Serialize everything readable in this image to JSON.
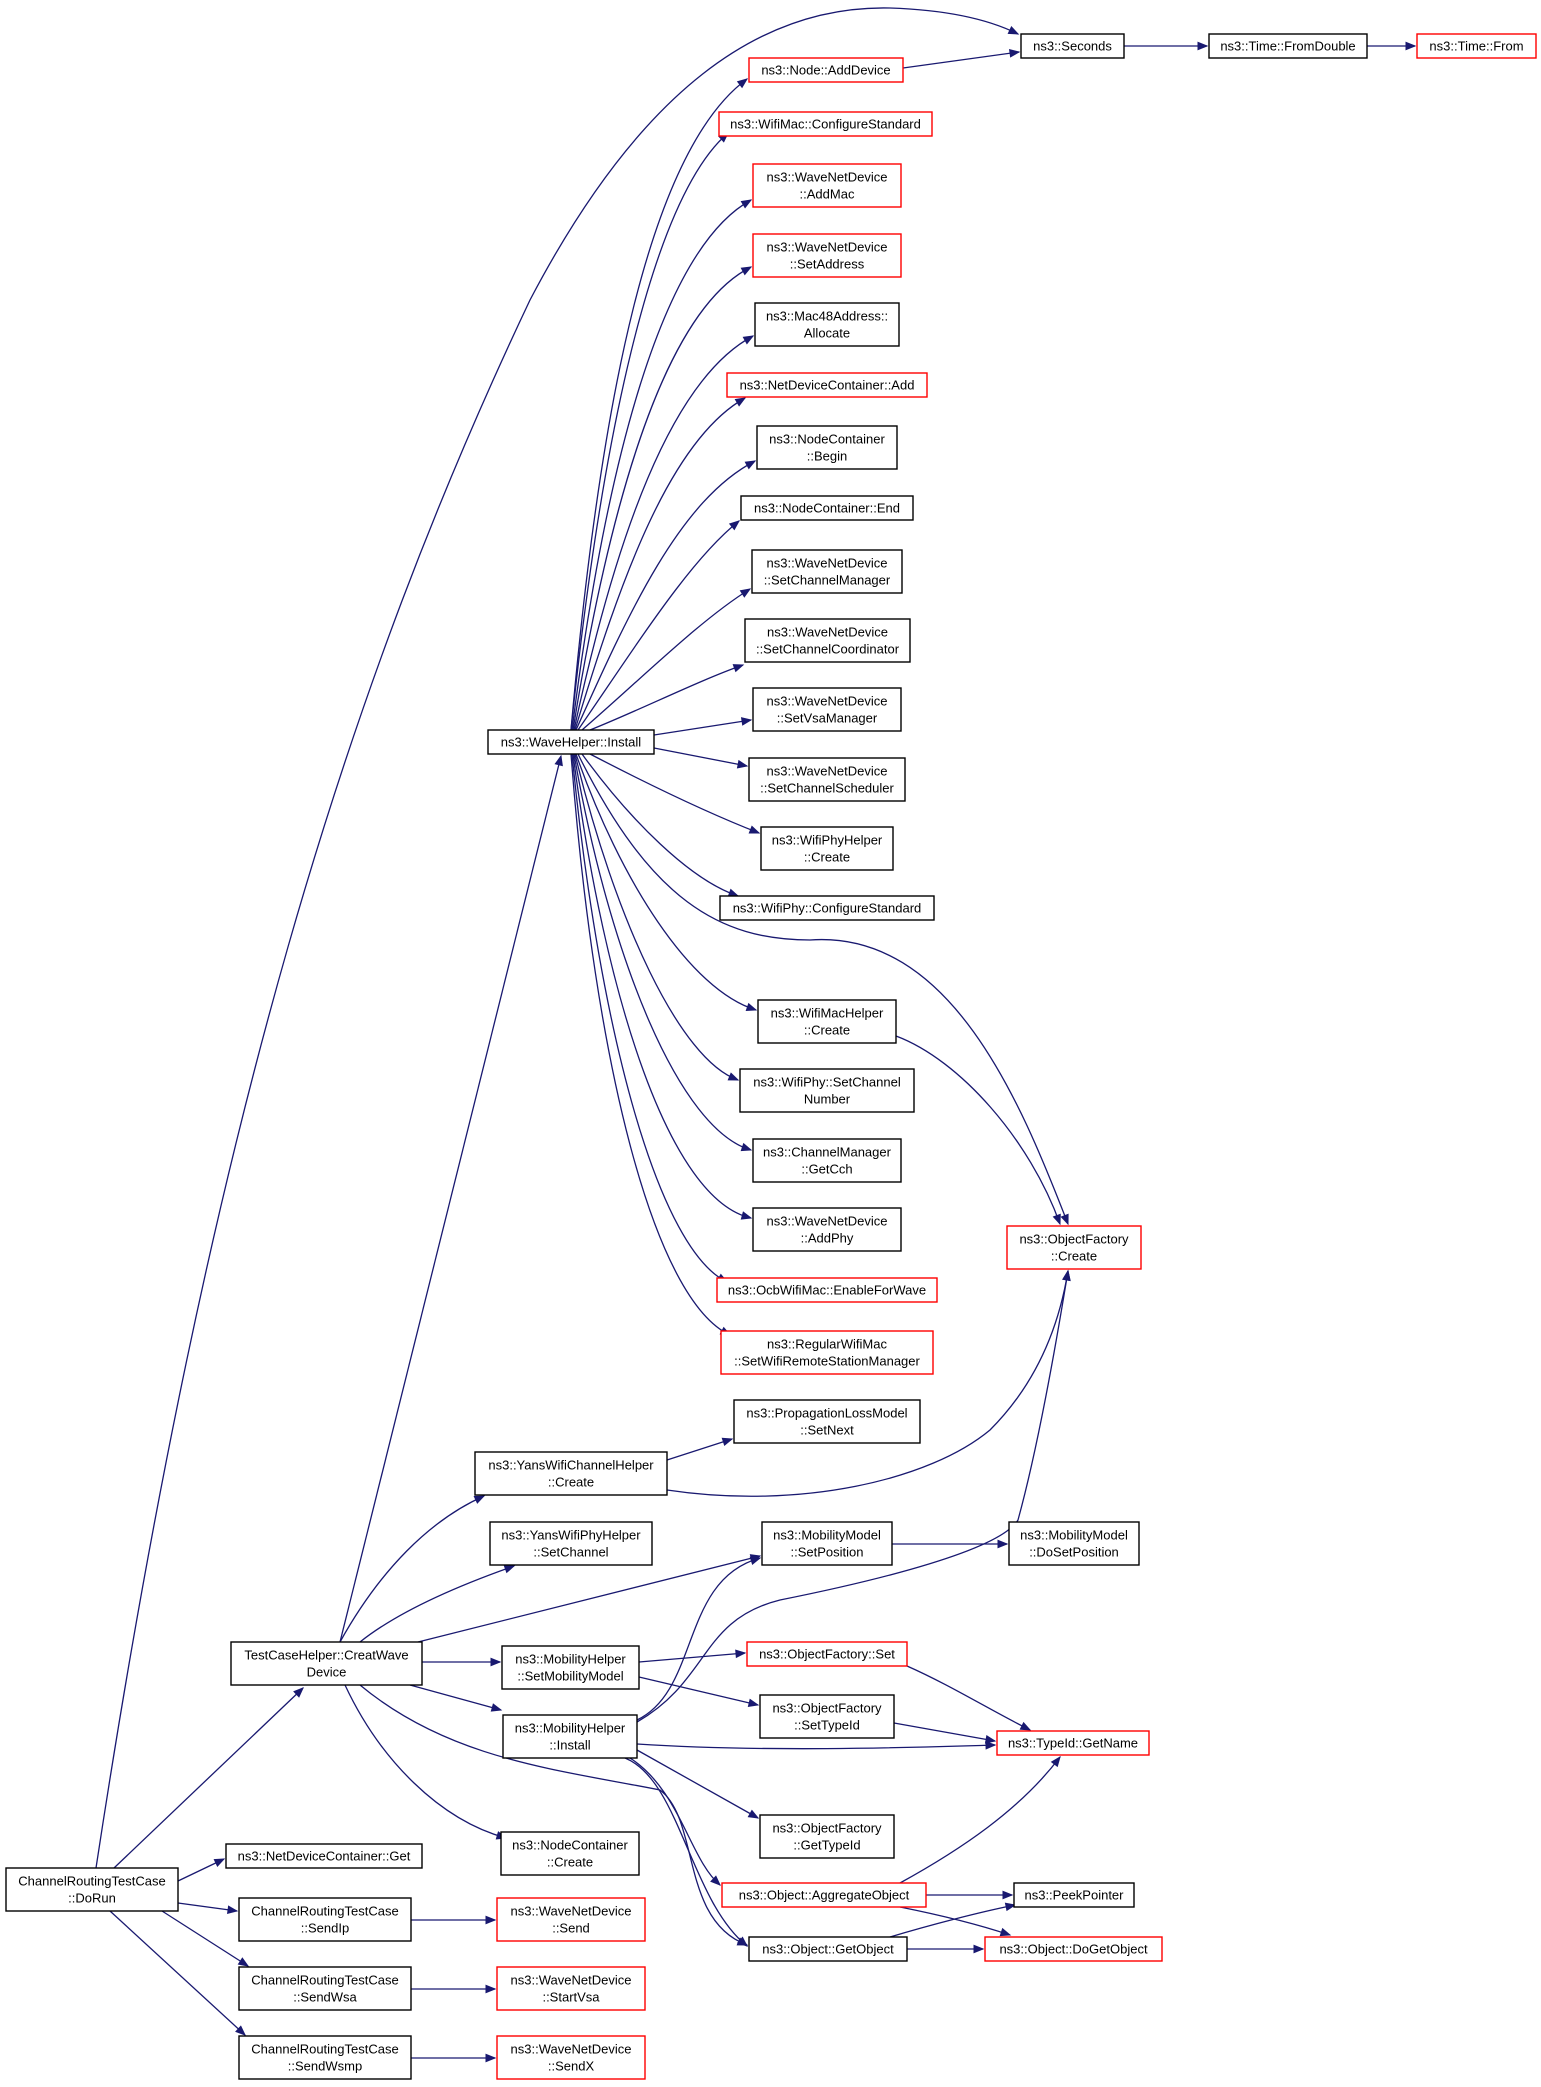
{
  "colors": {
    "edge": "#191970",
    "border_default": "#000000",
    "border_external": "#ff0000",
    "root_fill": "#bfbfbf",
    "fill": "#ffffff"
  },
  "nodes": {
    "doRun": {
      "lines": [
        "ChannelRoutingTestCase",
        "::DoRun"
      ],
      "kind": "root"
    },
    "creatWave": {
      "lines": [
        "TestCaseHelper::CreatWave",
        "Device"
      ],
      "kind": "default"
    },
    "ndcGet": {
      "lines": [
        "ns3::NetDeviceContainer::Get"
      ],
      "kind": "default"
    },
    "sendIp": {
      "lines": [
        "ChannelRoutingTestCase",
        "::SendIp"
      ],
      "kind": "default"
    },
    "sendWsa": {
      "lines": [
        "ChannelRoutingTestCase",
        "::SendWsa"
      ],
      "kind": "default"
    },
    "sendWsmp": {
      "lines": [
        "ChannelRoutingTestCase",
        "::SendWsmp"
      ],
      "kind": "default"
    },
    "wndSend": {
      "lines": [
        "ns3::WaveNetDevice",
        "::Send"
      ],
      "kind": "external"
    },
    "wndStartVsa": {
      "lines": [
        "ns3::WaveNetDevice",
        "::StartVsa"
      ],
      "kind": "external"
    },
    "wndSendX": {
      "lines": [
        "ns3::WaveNetDevice",
        "::SendX"
      ],
      "kind": "external"
    },
    "waveInstall": {
      "lines": [
        "ns3::WaveHelper::Install"
      ],
      "kind": "default"
    },
    "seconds": {
      "lines": [
        "ns3::Seconds"
      ],
      "kind": "default"
    },
    "fromDouble": {
      "lines": [
        "ns3::Time::FromDouble"
      ],
      "kind": "default"
    },
    "timeFrom": {
      "lines": [
        "ns3::Time::From"
      ],
      "kind": "external"
    },
    "nodeAddDevice": {
      "lines": [
        "ns3::Node::AddDevice"
      ],
      "kind": "external"
    },
    "wifiMacCfg": {
      "lines": [
        "ns3::WifiMac::ConfigureStandard"
      ],
      "kind": "external"
    },
    "wndAddMac": {
      "lines": [
        "ns3::WaveNetDevice",
        "::AddMac"
      ],
      "kind": "external"
    },
    "wndSetAddress": {
      "lines": [
        "ns3::WaveNetDevice",
        "::SetAddress"
      ],
      "kind": "external"
    },
    "macAllocate": {
      "lines": [
        "ns3::Mac48Address::",
        "Allocate"
      ],
      "kind": "default"
    },
    "ndcAdd": {
      "lines": [
        "ns3::NetDeviceContainer::Add"
      ],
      "kind": "external"
    },
    "ncBegin": {
      "lines": [
        "ns3::NodeContainer",
        "::Begin"
      ],
      "kind": "default"
    },
    "ncEnd": {
      "lines": [
        "ns3::NodeContainer::End"
      ],
      "kind": "default"
    },
    "wndSetCM": {
      "lines": [
        "ns3::WaveNetDevice",
        "::SetChannelManager"
      ],
      "kind": "default"
    },
    "wndSetCC": {
      "lines": [
        "ns3::WaveNetDevice",
        "::SetChannelCoordinator"
      ],
      "kind": "default"
    },
    "wndSetVsa": {
      "lines": [
        "ns3::WaveNetDevice",
        "::SetVsaManager"
      ],
      "kind": "default"
    },
    "wndSetCS": {
      "lines": [
        "ns3::WaveNetDevice",
        "::SetChannelScheduler"
      ],
      "kind": "default"
    },
    "wifiPhyHelperCreate": {
      "lines": [
        "ns3::WifiPhyHelper",
        "::Create"
      ],
      "kind": "default"
    },
    "wifiPhyCfg": {
      "lines": [
        "ns3::WifiPhy::ConfigureStandard"
      ],
      "kind": "default"
    },
    "wifiMacHelperCreate": {
      "lines": [
        "ns3::WifiMacHelper",
        "::Create"
      ],
      "kind": "default"
    },
    "wifiPhySetCh": {
      "lines": [
        "ns3::WifiPhy::SetChannel",
        "Number"
      ],
      "kind": "default"
    },
    "cmGetCch": {
      "lines": [
        "ns3::ChannelManager",
        "::GetCch"
      ],
      "kind": "default"
    },
    "wndAddPhy": {
      "lines": [
        "ns3::WaveNetDevice",
        "::AddPhy"
      ],
      "kind": "default"
    },
    "ocbEnable": {
      "lines": [
        "ns3::OcbWifiMac::EnableForWave"
      ],
      "kind": "external"
    },
    "regularMac": {
      "lines": [
        "ns3::RegularWifiMac",
        "::SetWifiRemoteStationManager"
      ],
      "kind": "external"
    },
    "objFactCreate": {
      "lines": [
        "ns3::ObjectFactory",
        "::Create"
      ],
      "kind": "external"
    },
    "propSetNext": {
      "lines": [
        "ns3::PropagationLossModel",
        "::SetNext"
      ],
      "kind": "default"
    },
    "yansChCreate": {
      "lines": [
        "ns3::YansWifiChannelHelper",
        "::Create"
      ],
      "kind": "default"
    },
    "yansPhySetCh": {
      "lines": [
        "ns3::YansWifiPhyHelper",
        "::SetChannel"
      ],
      "kind": "default"
    },
    "mobModelSetPos": {
      "lines": [
        "ns3::MobilityModel",
        "::SetPosition"
      ],
      "kind": "default"
    },
    "mobModelDoSetPos": {
      "lines": [
        "ns3::MobilityModel",
        "::DoSetPosition"
      ],
      "kind": "default"
    },
    "mobHelperSetModel": {
      "lines": [
        "ns3::MobilityHelper",
        "::SetMobilityModel"
      ],
      "kind": "default"
    },
    "objFactSet": {
      "lines": [
        "ns3::ObjectFactory::Set"
      ],
      "kind": "external"
    },
    "objFactSetTypeId": {
      "lines": [
        "ns3::ObjectFactory",
        "::SetTypeId"
      ],
      "kind": "default"
    },
    "typeIdGetName": {
      "lines": [
        "ns3::TypeId::GetName"
      ],
      "kind": "external"
    },
    "mobHelperInstall": {
      "lines": [
        "ns3::MobilityHelper",
        "::Install"
      ],
      "kind": "default"
    },
    "objFactGetTypeId": {
      "lines": [
        "ns3::ObjectFactory",
        "::GetTypeId"
      ],
      "kind": "default"
    },
    "ncCreate": {
      "lines": [
        "ns3::NodeContainer",
        "::Create"
      ],
      "kind": "default"
    },
    "aggregateObject": {
      "lines": [
        "ns3::Object::AggregateObject"
      ],
      "kind": "external"
    },
    "peekPointer": {
      "lines": [
        "ns3::PeekPointer"
      ],
      "kind": "default"
    },
    "getObject": {
      "lines": [
        "ns3::Object::GetObject"
      ],
      "kind": "default"
    },
    "doGetObject": {
      "lines": [
        "ns3::Object::DoGetObject"
      ],
      "kind": "external"
    }
  },
  "edges": [
    [
      "doRun",
      "creatWave"
    ],
    [
      "doRun",
      "ndcGet"
    ],
    [
      "doRun",
      "sendIp"
    ],
    [
      "doRun",
      "sendWsa"
    ],
    [
      "doRun",
      "sendWsmp"
    ],
    [
      "doRun",
      "seconds"
    ],
    [
      "sendIp",
      "wndSend"
    ],
    [
      "sendWsa",
      "wndStartVsa"
    ],
    [
      "sendWsmp",
      "wndSendX"
    ],
    [
      "seconds",
      "fromDouble"
    ],
    [
      "fromDouble",
      "timeFrom"
    ],
    [
      "nodeAddDevice",
      "seconds"
    ],
    [
      "creatWave",
      "waveInstall"
    ],
    [
      "creatWave",
      "yansChCreate"
    ],
    [
      "creatWave",
      "yansPhySetCh"
    ],
    [
      "creatWave",
      "mobModelSetPos"
    ],
    [
      "creatWave",
      "mobHelperSetModel"
    ],
    [
      "creatWave",
      "mobHelperInstall"
    ],
    [
      "creatWave",
      "ncCreate"
    ],
    [
      "creatWave",
      "getObject"
    ],
    [
      "waveInstall",
      "nodeAddDevice"
    ],
    [
      "waveInstall",
      "wifiMacCfg"
    ],
    [
      "waveInstall",
      "wndAddMac"
    ],
    [
      "waveInstall",
      "wndSetAddress"
    ],
    [
      "waveInstall",
      "macAllocate"
    ],
    [
      "waveInstall",
      "ndcAdd"
    ],
    [
      "waveInstall",
      "ncBegin"
    ],
    [
      "waveInstall",
      "ncEnd"
    ],
    [
      "waveInstall",
      "wndSetCM"
    ],
    [
      "waveInstall",
      "wndSetCC"
    ],
    [
      "waveInstall",
      "wndSetVsa"
    ],
    [
      "waveInstall",
      "wndSetCS"
    ],
    [
      "waveInstall",
      "wifiPhyHelperCreate"
    ],
    [
      "waveInstall",
      "wifiPhyCfg"
    ],
    [
      "waveInstall",
      "objFactCreate"
    ],
    [
      "waveInstall",
      "wifiMacHelperCreate"
    ],
    [
      "waveInstall",
      "wifiPhySetCh"
    ],
    [
      "waveInstall",
      "cmGetCch"
    ],
    [
      "waveInstall",
      "wndAddPhy"
    ],
    [
      "waveInstall",
      "ocbEnable"
    ],
    [
      "waveInstall",
      "regularMac"
    ],
    [
      "wifiMacHelperCreate",
      "objFactCreate"
    ],
    [
      "yansChCreate",
      "propSetNext"
    ],
    [
      "yansChCreate",
      "objFactCreate"
    ],
    [
      "mobModelSetPos",
      "mobModelDoSetPos"
    ],
    [
      "mobHelperSetModel",
      "objFactSet"
    ],
    [
      "mobHelperSetModel",
      "objFactSetTypeId"
    ],
    [
      "objFactSet",
      "typeIdGetName"
    ],
    [
      "objFactSetTypeId",
      "typeIdGetName"
    ],
    [
      "mobHelperInstall",
      "mobModelSetPos"
    ],
    [
      "mobHelperInstall",
      "objFactCreate"
    ],
    [
      "mobHelperInstall",
      "typeIdGetName"
    ],
    [
      "mobHelperInstall",
      "objFactGetTypeId"
    ],
    [
      "mobHelperInstall",
      "aggregateObject"
    ],
    [
      "mobHelperInstall",
      "getObject"
    ],
    [
      "aggregateObject",
      "typeIdGetName"
    ],
    [
      "aggregateObject",
      "peekPointer"
    ],
    [
      "aggregateObject",
      "doGetObject"
    ],
    [
      "getObject",
      "peekPointer"
    ],
    [
      "getObject",
      "doGetObject"
    ]
  ]
}
